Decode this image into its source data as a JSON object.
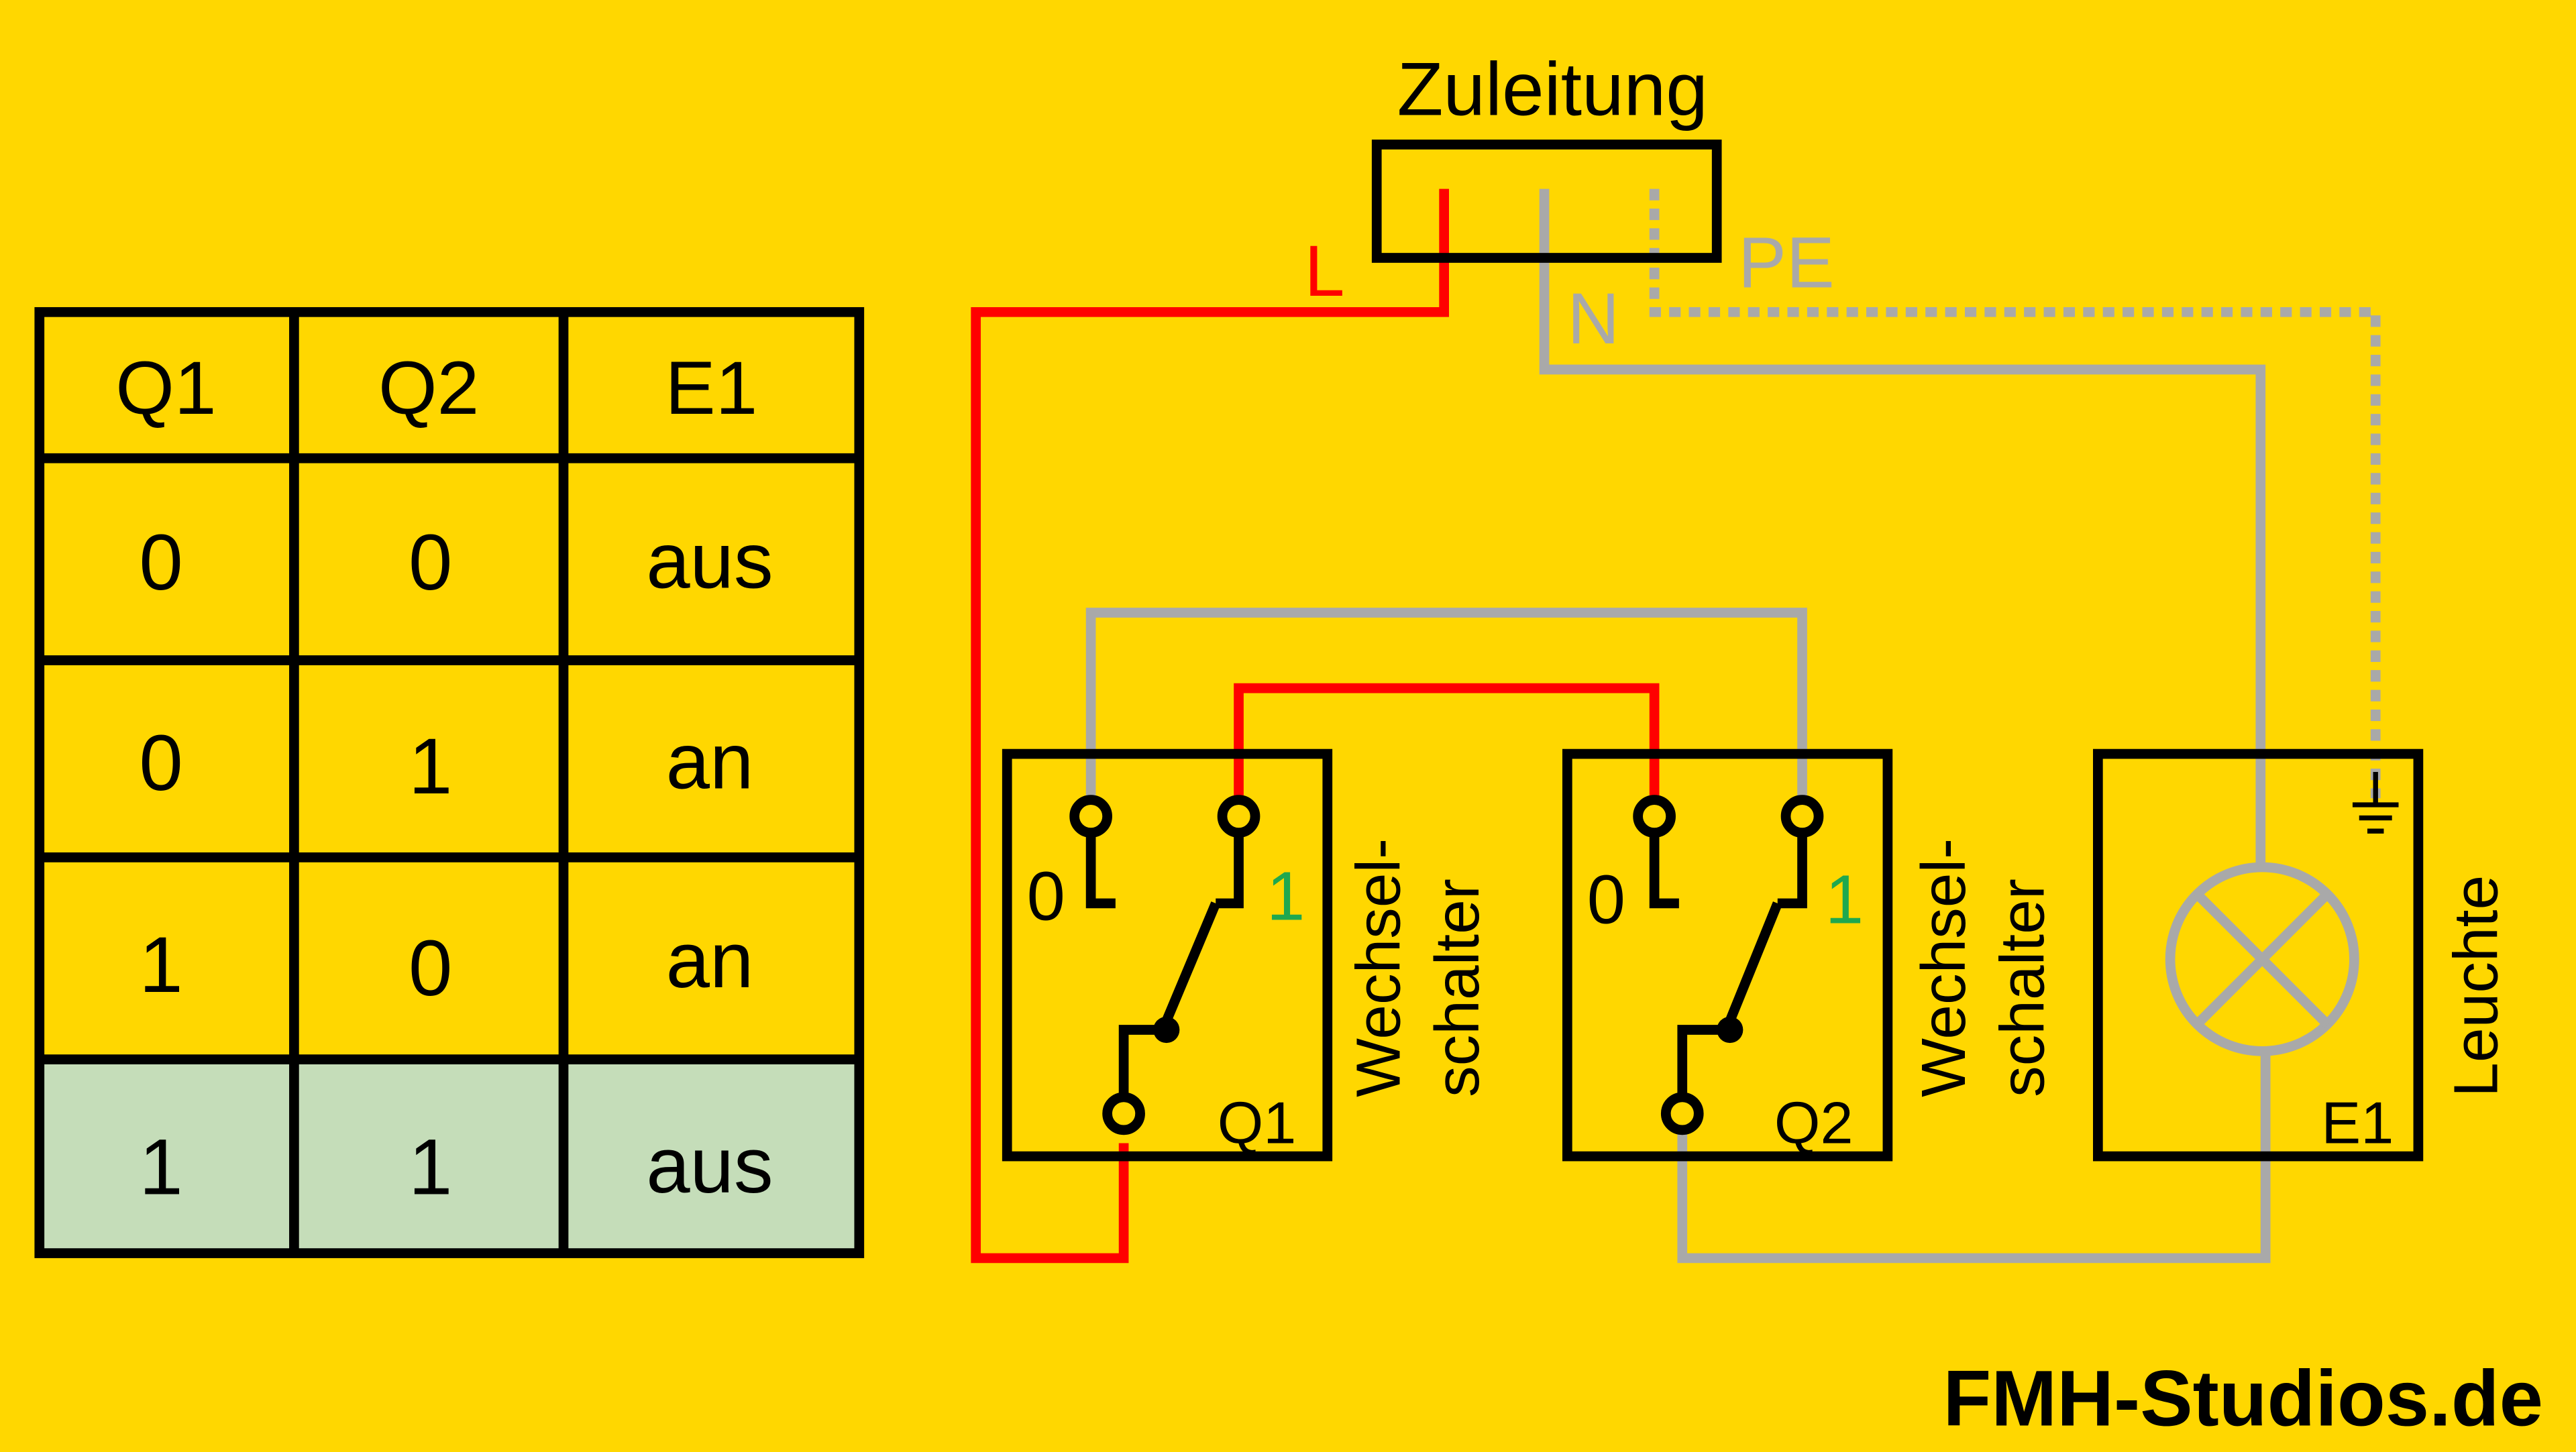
{
  "colors": {
    "background": "#FFD700",
    "phase": "#FF0000",
    "neutral": "#A9A9A9",
    "protective_earth": "#A9A9A9",
    "outline": "#000000",
    "label_one": "#1FA84F",
    "highlight_row": "#C5DDB9"
  },
  "supply": {
    "label": "Zuleitung",
    "l": "L",
    "n": "N",
    "pe": "PE"
  },
  "switch_q1": {
    "id": "Q1",
    "pos0": "0",
    "pos1": "1",
    "name_line1": "Wechsel-",
    "name_line2": "schalter"
  },
  "switch_q2": {
    "id": "Q2",
    "pos0": "0",
    "pos1": "1",
    "name_line1": "Wechsel-",
    "name_line2": "schalter"
  },
  "lamp": {
    "id": "E1",
    "name": "Leuchte"
  },
  "truth_table": {
    "headers": [
      "Q1",
      "Q2",
      "E1"
    ],
    "rows": [
      [
        "0",
        "0",
        "aus"
      ],
      [
        "0",
        "1",
        "an"
      ],
      [
        "1",
        "0",
        "an"
      ],
      [
        "1",
        "1",
        "aus"
      ]
    ],
    "highlighted_row": 3
  },
  "brand": "FMH-Studios.de"
}
